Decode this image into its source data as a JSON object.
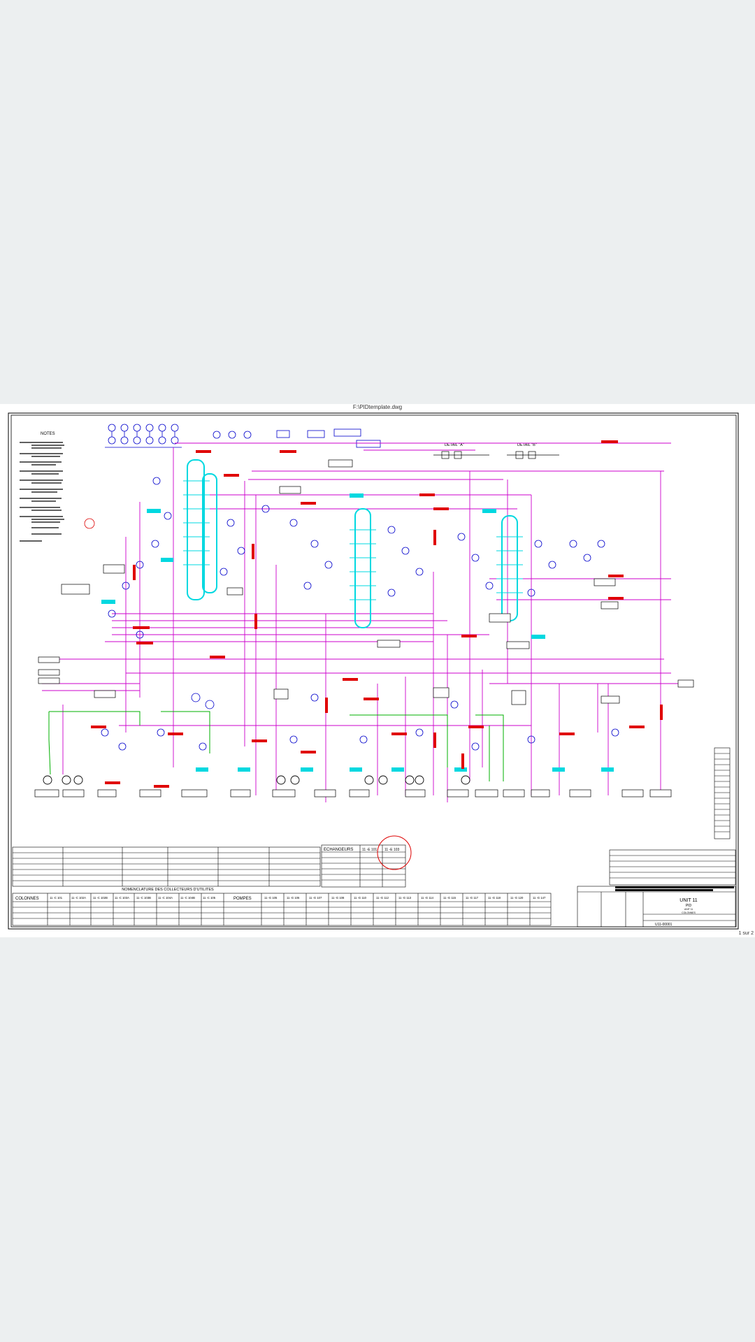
{
  "viewer": {
    "file_name": "F:\\PIDtemplate.dwg",
    "page_counter": "1 sur 2"
  },
  "drawing": {
    "notes_title": "NOTES",
    "detail_a": "DETAIL \"A\"",
    "detail_b": "DETAIL \"B\"",
    "legend_title": "NOMENCLATURE DES COLLECTEURS D'UTILITES",
    "colonnes_header": "COLONNES",
    "colonnes_tags": [
      "11 -C 101",
      "11 -C 102A",
      "11 -C 102B",
      "11 -C 103A",
      "11 -C 103B",
      "11 -C 104A",
      "11 -C 104B",
      "11 -C 105"
    ],
    "pompes_header": "POMPES",
    "pompes_tags": [
      "11 -G 105",
      "11 -G 106",
      "11 -G 107",
      "11 -G 108",
      "11 -G 110",
      "11 -G 112",
      "11 -G 113",
      "11 -G 114",
      "11 -G 115",
      "11 -G 117",
      "11 -G 118",
      "11 -G 120",
      "11 -G 147"
    ],
    "echangeurs_header": "ECHANGEURS",
    "echangeurs_tags": [
      "11 -E 101",
      "11 -E 103"
    ],
    "title_block": {
      "unit": "UNIT 11",
      "pid": "PID",
      "unit_small": "UNIT 11",
      "colonnes": "COLONNES",
      "drawing_no": "U11-00001"
    },
    "colors": {
      "instrument": "#0000cc",
      "process": "#cc00cc",
      "vessel": "#00d8e0",
      "utility": "#00b000",
      "tag": "#e00000"
    }
  }
}
